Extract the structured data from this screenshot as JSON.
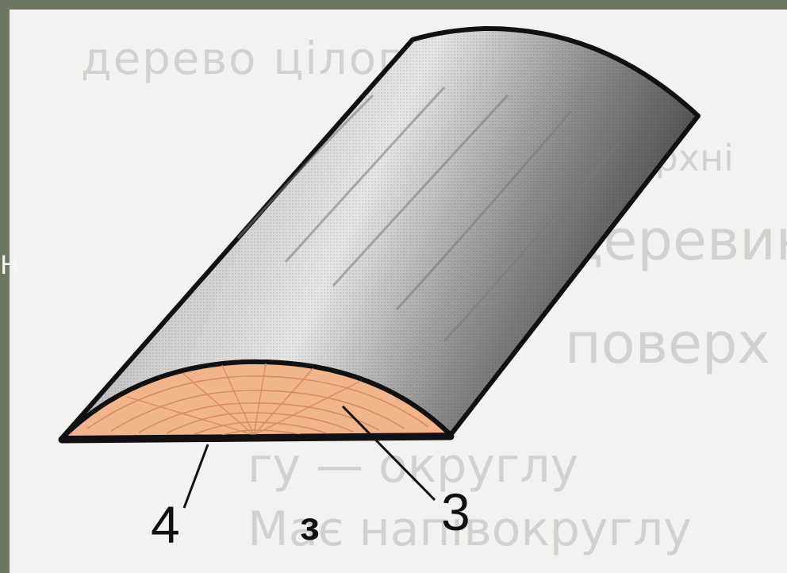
{
  "callouts": {
    "four": "4",
    "three": "3"
  },
  "figure_label": "з",
  "slide_glyph": "Н",
  "background_text": {
    "line1": "дерево цілого",
    "line2": "поверхні",
    "line3": "деревини",
    "line4": "поверх",
    "line5": "гу — округлу",
    "line6": "Має напівокруглу"
  },
  "colors": {
    "frame": "#6f7a66",
    "page": "#f2f2f0",
    "bark_light": "#d9d9d9",
    "bark_dark": "#5a5a5a",
    "wood": "#f2b48a",
    "outline": "#111111"
  }
}
